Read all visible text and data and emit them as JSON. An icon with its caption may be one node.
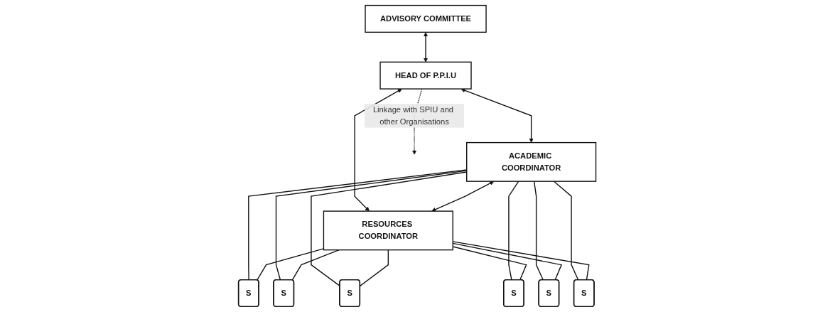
{
  "diagram": {
    "nodes": [
      {
        "text": [
          "ADVISORY COMMITTEE"
        ]
      },
      {
        "text": [
          "HEAD OF P.P.I.U"
        ]
      },
      {
        "text": [
          "ACADEMIC COORDINATOR"
        ]
      },
      {
        "text": [
          "RESOURCES COORDINATOR"
        ]
      },
      {
        "text": [
          "S"
        ]
      },
      {
        "text": [
          "S"
        ]
      },
      {
        "text": [
          "S"
        ]
      },
      {
        "text": [
          "S"
        ]
      },
      {
        "text": [
          "S"
        ]
      },
      {
        "text": [
          "S"
        ]
      }
    ],
    "edges": [
      {
        "from": 0,
        "to": 1,
        "arrow": "both"
      },
      {
        "from": 1,
        "to": null,
        "arrow": "to",
        "style": "dashed",
        "label": "Linkage with SPIU and other Organisations"
      },
      {
        "from": 1,
        "to": 2,
        "arrow": "both"
      },
      {
        "from": 1,
        "to": 3,
        "arrow": "both"
      },
      {
        "from": 2,
        "to": 3,
        "arrow": "both"
      },
      {
        "from": 2,
        "to": 4,
        "arrow": "none"
      },
      {
        "from": 2,
        "to": 5,
        "arrow": "none"
      },
      {
        "from": 2,
        "to": 6,
        "arrow": "none"
      },
      {
        "from": 2,
        "to": 7,
        "arrow": "none"
      },
      {
        "from": 2,
        "to": 8,
        "arrow": "none"
      },
      {
        "from": 2,
        "to": 9,
        "arrow": "none"
      },
      {
        "from": 3,
        "to": 4,
        "arrow": "none"
      },
      {
        "from": 3,
        "to": 5,
        "arrow": "none"
      },
      {
        "from": 3,
        "to": 6,
        "arrow": "none"
      },
      {
        "from": 3,
        "to": 7,
        "arrow": "none"
      },
      {
        "from": 3,
        "to": 8,
        "arrow": "none"
      },
      {
        "from": 3,
        "to": 9,
        "arrow": "none"
      }
    ]
  }
}
